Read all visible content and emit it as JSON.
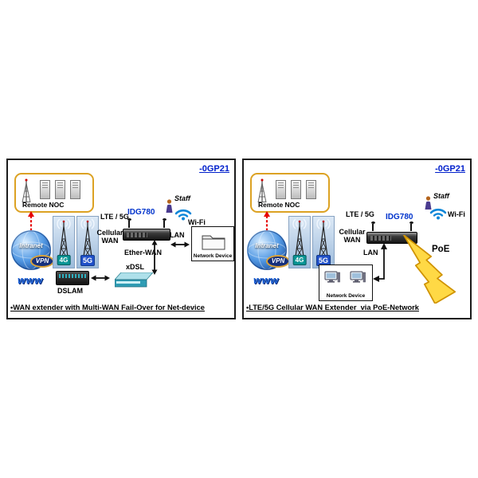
{
  "panels": [
    {
      "code": "-0GP21",
      "remote_noc": "Remote NOC",
      "intranet": "Intranet",
      "vpn": "VPN",
      "www": "www",
      "badge_4g": "4G",
      "badge_5g": "5G",
      "lte": "LTE / 5G",
      "cellular_1": "Cellular",
      "cellular_2": "WAN",
      "device": "IDG780",
      "staff": "Staff",
      "wifi": "Wi-Fi",
      "lan": "LAN",
      "network_device": "Network Device",
      "ether_wan": "Ether-WAN",
      "xdsl": "xDSL",
      "dslam": "DSLAM",
      "caption": "•WAN extender with Multi-WAN Fail-Over for Net-device"
    },
    {
      "code": "-0GP21",
      "remote_noc": "Remote NOC",
      "intranet": "Intranet",
      "vpn": "VPN",
      "www": "www",
      "badge_4g": "4G",
      "badge_5g": "5G",
      "lte": "LTE / 5G",
      "cellular_1": "Cellular",
      "cellular_2": "WAN",
      "device": "IDG780",
      "staff": "Staff",
      "wifi": "Wi-Fi",
      "lan": "LAN",
      "poe": "PoE",
      "network_device": "Network Device",
      "caption": "•LTE/5G Cellular WAN Extender  via PoE-Network"
    }
  ],
  "colors": {
    "link_blue": "#0020cc",
    "idg_blue": "#0033cc",
    "noc_border_gold": "#dca223",
    "alert_red": "#e60000",
    "poe_bolt_yellow": "#ffd945",
    "badge_4g_teal": "#0a9494",
    "badge_5g_blue": "#2050c8"
  },
  "icons": {
    "remote_noc": [
      "antenna-icon",
      "server-icon"
    ],
    "internet": [
      "globe-icon",
      "vpn-badge"
    ],
    "radio_access": [
      "cell-tower-icon",
      "wifi-icon"
    ],
    "client": [
      "staff-person-icon",
      "folder-icon",
      "monitor-icon"
    ],
    "power": [
      "lightning-bolt-icon"
    ],
    "links": [
      "red-dashed-double-arrow",
      "black-double-arrow"
    ]
  }
}
